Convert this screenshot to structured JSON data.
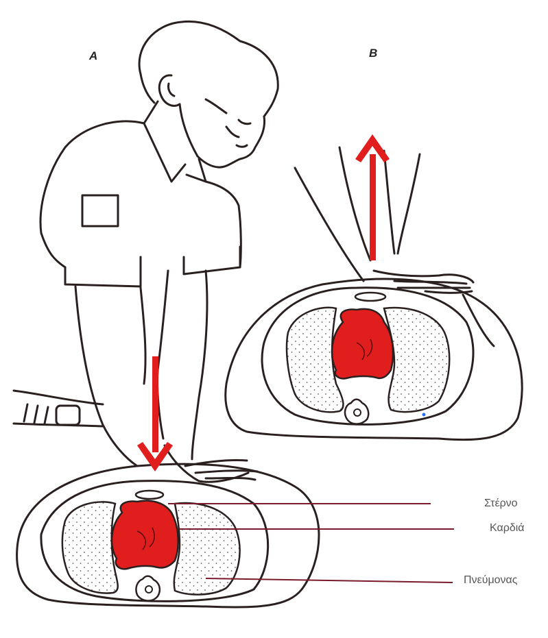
{
  "panels": {
    "a": "A",
    "b": "B"
  },
  "labels": {
    "sternum": "Στέρνο",
    "heart": "Καρδιά",
    "lungs": "Πνεύμονας"
  },
  "colors": {
    "heart": "#e01e1e",
    "arrow": "#e01e1e",
    "outline": "#2a2020",
    "leader": "#7a1a2a"
  },
  "arrows": {
    "a_direction": "down",
    "b_direction": "up"
  }
}
